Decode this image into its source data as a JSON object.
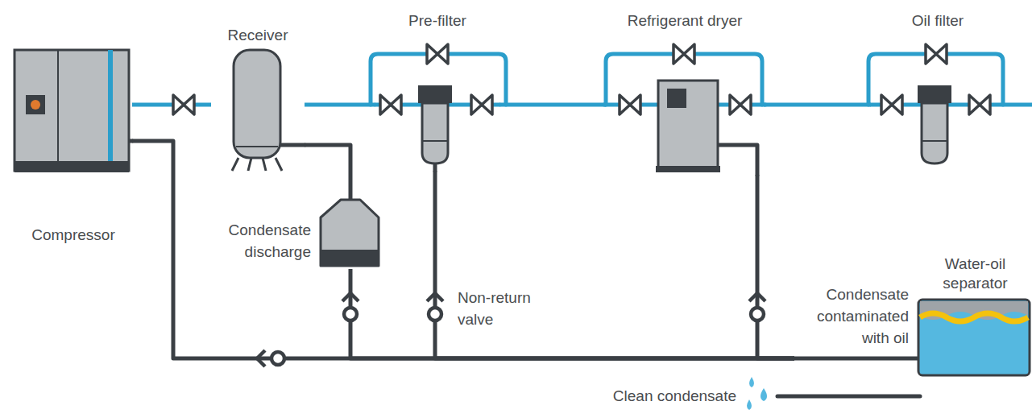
{
  "diagram": {
    "nodes": [
      {
        "text": [
          "Compressor"
        ]
      },
      {
        "text": [
          "Receiver"
        ]
      },
      {
        "text": [
          "Pre-filter"
        ]
      },
      {
        "text": [
          "Refrigerant dryer"
        ]
      },
      {
        "text": [
          "Oil filter"
        ]
      },
      {
        "text": [
          "Condensate discharge"
        ]
      },
      {
        "text": [
          "Water-oil separator",
          "Condensate contaminated with oil"
        ]
      }
    ],
    "edges": [
      {
        "from": 0,
        "to": 1,
        "arrow": "none"
      },
      {
        "from": 1,
        "to": 2,
        "arrow": "none"
      },
      {
        "from": 2,
        "to": 3,
        "arrow": "none"
      },
      {
        "from": 3,
        "to": 4,
        "arrow": "none"
      },
      {
        "from": 1,
        "to": 5,
        "arrow": "none"
      },
      {
        "from": 0,
        "to": 6,
        "arrow": "none"
      },
      {
        "from": 5,
        "to": 6,
        "arrow": "none"
      },
      {
        "from": 2,
        "to": 6,
        "arrow": "none"
      },
      {
        "from": 3,
        "to": 6,
        "arrow": "none"
      }
    ],
    "labels": [
      "Non-return valve",
      "Clean condensate"
    ]
  }
}
